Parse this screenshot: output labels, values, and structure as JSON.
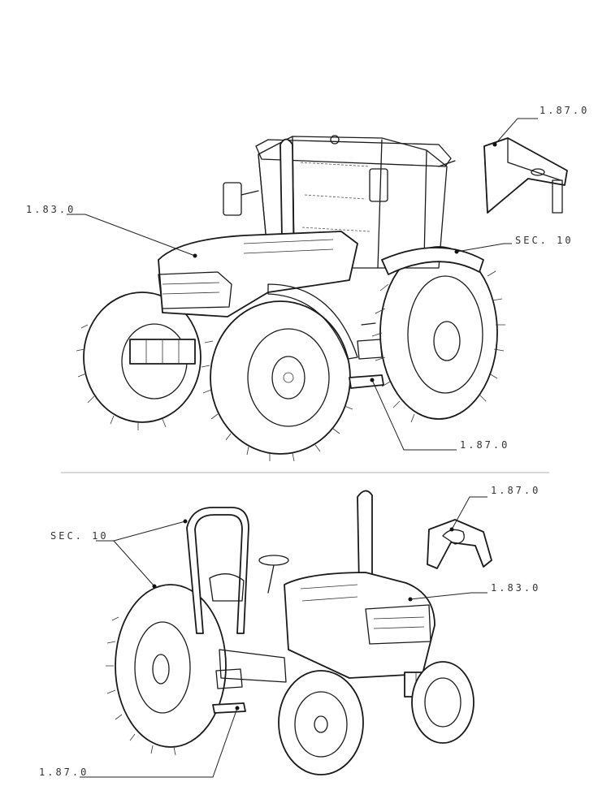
{
  "callouts": {
    "top_bracket_ref": "1.87.0",
    "top_hood_ref": "1.83.0",
    "top_fender_ref": "SEC. 10",
    "top_step_ref": "1.87.0",
    "bottom_bracket_ref": "1.87.0",
    "bottom_rops_ref": "SEC. 10",
    "bottom_hood_ref": "1.83.0",
    "bottom_step_ref": "1.87.0"
  }
}
